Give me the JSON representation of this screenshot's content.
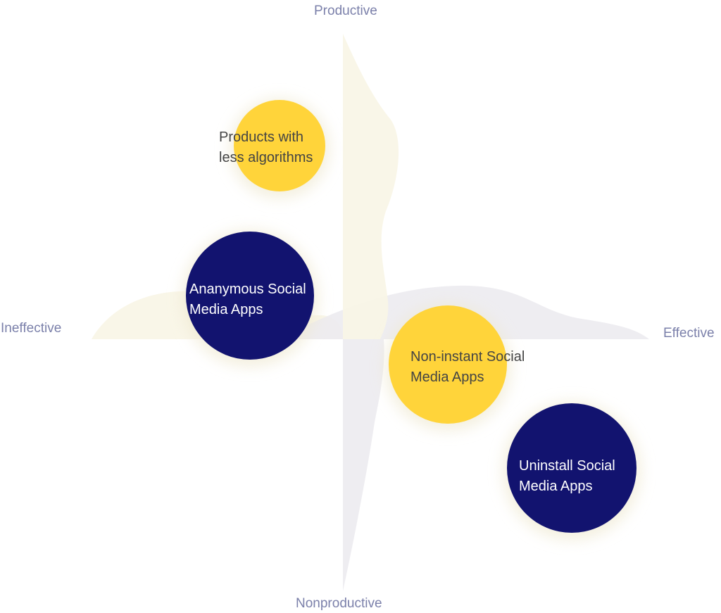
{
  "axes": {
    "top": "Productive",
    "bottom": "Nonproductive",
    "left": "Ineffective",
    "right": "Effective"
  },
  "items": [
    {
      "line1": "Products with",
      "line2": "less algorithms",
      "color": "#ffd43a"
    },
    {
      "line1": "Ananymous Social",
      "line2": "Media Apps",
      "color": "#12136f"
    },
    {
      "line1": "Non-instant Social",
      "line2": "Media Apps",
      "color": "#ffd43a"
    },
    {
      "line1": "Uninstall Social",
      "line2": "Media Apps",
      "color": "#12136f"
    }
  ]
}
